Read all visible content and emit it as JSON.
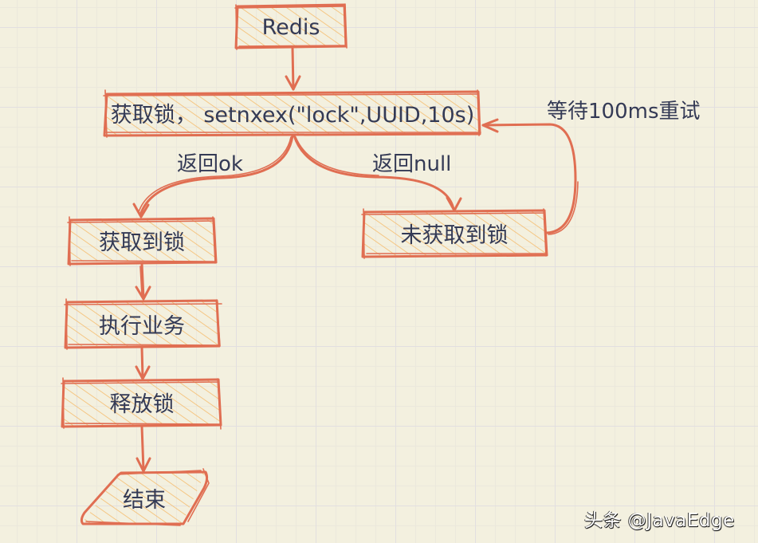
{
  "diagram": {
    "type": "flowchart",
    "colors": {
      "stroke": "#e06e52",
      "hatch": "#f5c27a",
      "text": "#343a55",
      "background": "#f3f0df"
    },
    "nodes": {
      "redis": {
        "label": "Redis",
        "shape": "rectangle"
      },
      "acquire": {
        "label": "获取锁， setnxex(\"lock\",UUID,10s)",
        "shape": "rectangle"
      },
      "got_lock": {
        "label": "获取到锁",
        "shape": "rectangle"
      },
      "not_got_lock": {
        "label": "未获取到锁",
        "shape": "rectangle"
      },
      "execute": {
        "label": "执行业务",
        "shape": "rectangle"
      },
      "release": {
        "label": "释放锁",
        "shape": "rectangle"
      },
      "end": {
        "label": "结束",
        "shape": "parallelogram"
      }
    },
    "edges": [
      {
        "from": "redis",
        "to": "acquire",
        "label": ""
      },
      {
        "from": "acquire",
        "to": "got_lock",
        "label": "返回ok"
      },
      {
        "from": "acquire",
        "to": "not_got_lock",
        "label": "返回null"
      },
      {
        "from": "not_got_lock",
        "to": "acquire",
        "label": "等待100ms重试"
      },
      {
        "from": "got_lock",
        "to": "execute",
        "label": ""
      },
      {
        "from": "execute",
        "to": "release",
        "label": ""
      },
      {
        "from": "release",
        "to": "end",
        "label": ""
      }
    ]
  },
  "watermark": "头条 @JavaEdge"
}
